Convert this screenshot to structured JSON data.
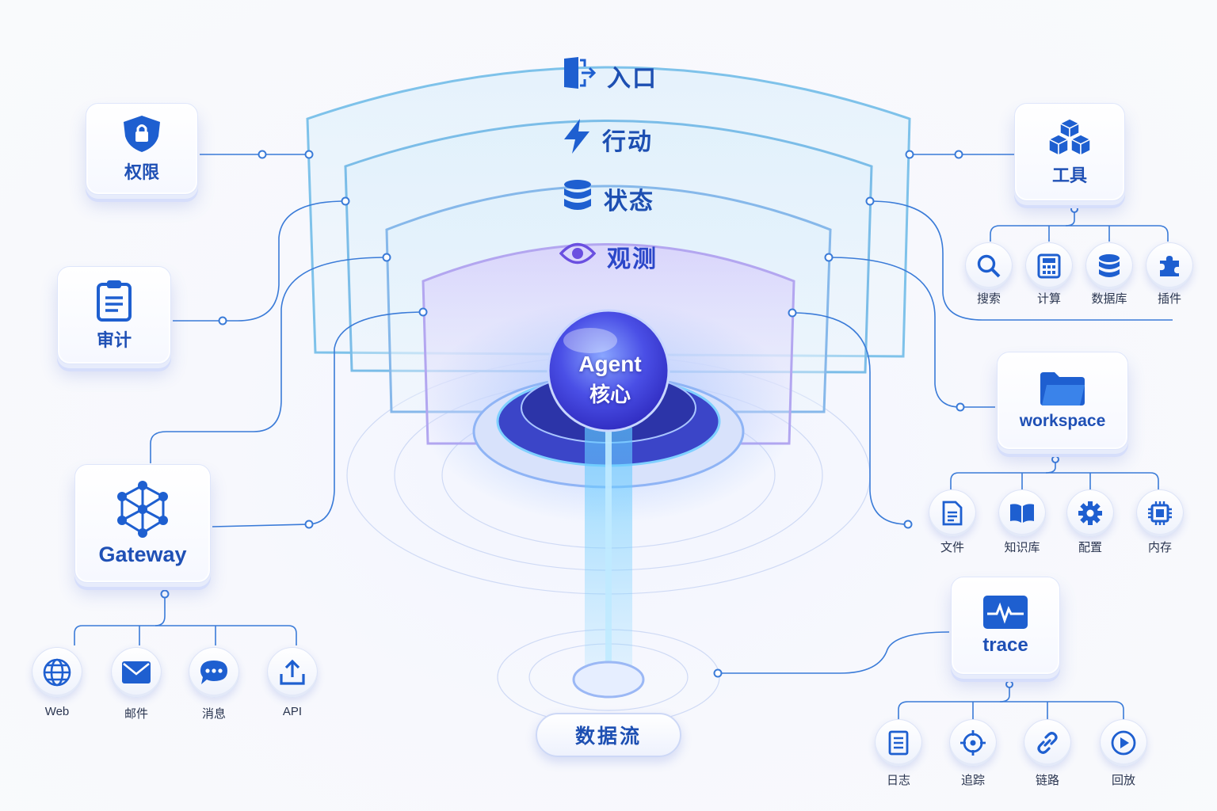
{
  "layers": {
    "entry": "入口",
    "action": "行动",
    "state": "状态",
    "observe": "观测"
  },
  "core": {
    "line1": "Agent",
    "line2": "核心"
  },
  "dataflow": "数据流",
  "left_cards": {
    "permission": "权限",
    "audit": "审计",
    "gateway": "Gateway"
  },
  "gateway_channels": [
    "Web",
    "邮件",
    "消息",
    "API"
  ],
  "tools": {
    "label": "工具",
    "items": [
      "搜索",
      "计算",
      "数据库",
      "插件"
    ]
  },
  "workspace": {
    "label": "workspace",
    "items": [
      "文件",
      "知识库",
      "配置",
      "内存"
    ]
  },
  "trace": {
    "label": "trace",
    "items": [
      "日志",
      "追踪",
      "链路",
      "回放"
    ]
  },
  "colors": {
    "brand_blue": "#1f50b5",
    "icon_blue": "#1e5fd0",
    "observe_purple": "#6a4fe0",
    "line_blue": "#3a7bd8"
  }
}
